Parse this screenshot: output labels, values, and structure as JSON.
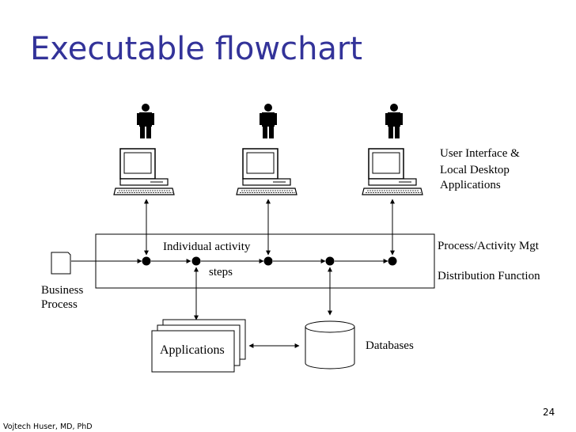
{
  "slide": {
    "title": "Executable flowchart",
    "footer": "Vojtech Huser, MD, PhD",
    "page_number": "24"
  },
  "labels": {
    "ui_line1": "User Interface &",
    "ui_line2": "Local Desktop",
    "ui_line3": "Applications",
    "individual_activity": "Individual activity",
    "steps": "steps",
    "process_activity_mgt": "Process/Activity Mgt",
    "distribution_function": "Distribution Function",
    "business_line1": "Business",
    "business_line2": "Process",
    "applications": "Applications",
    "databases": "Databases"
  },
  "icons": {
    "user": "person-icon",
    "computer": "computer-icon",
    "document": "document-icon",
    "database": "database-cylinder-icon"
  }
}
